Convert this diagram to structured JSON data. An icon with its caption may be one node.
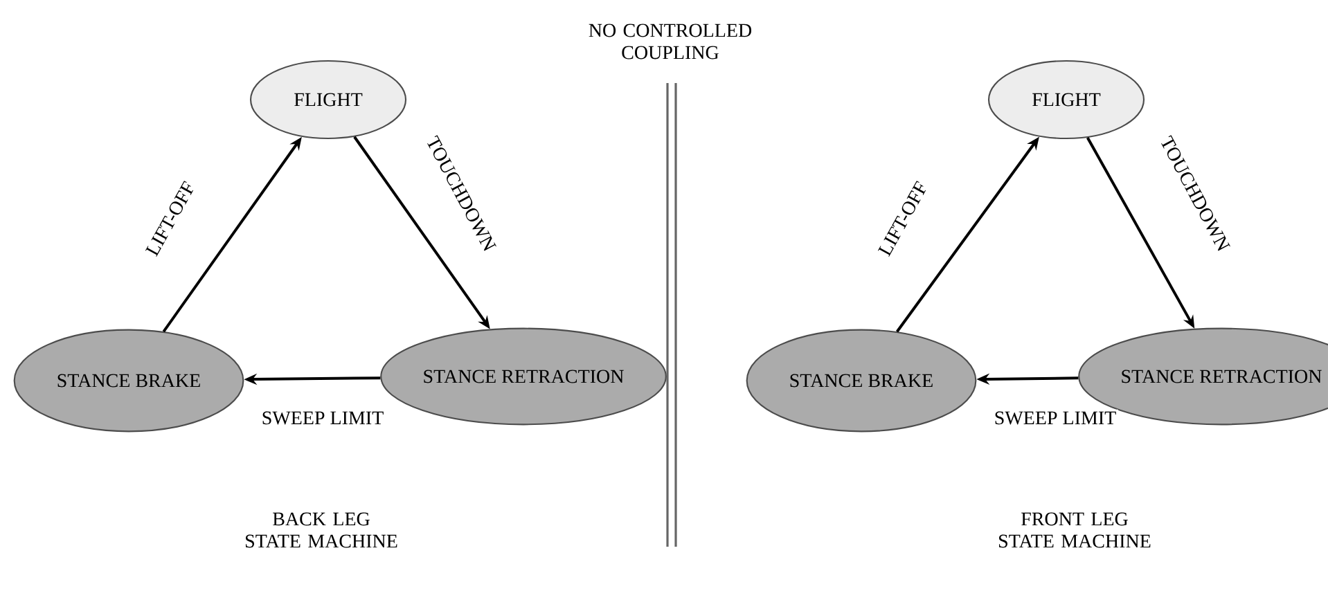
{
  "diagram": {
    "nodes": [
      {
        "text": [
          "FLIGHT"
        ]
      },
      {
        "text": [
          "STANCE BRAKE"
        ]
      },
      {
        "text": [
          "STANCE RETRACTION"
        ]
      },
      {
        "text": [
          "FLIGHT"
        ]
      },
      {
        "text": [
          "STANCE BRAKE"
        ]
      },
      {
        "text": [
          "STANCE RETRACTION"
        ]
      }
    ],
    "edges": [
      {
        "from": 1,
        "to": 0,
        "arrow": "to",
        "label": "LIFT-OFF"
      },
      {
        "from": 0,
        "to": 2,
        "arrow": "to",
        "label": "TOUCHDOWN"
      },
      {
        "from": 2,
        "to": 1,
        "arrow": "to",
        "label": "SWEEP LIMIT"
      },
      {
        "from": 4,
        "to": 3,
        "arrow": "to",
        "label": "LIFT-OFF"
      },
      {
        "from": 3,
        "to": 5,
        "arrow": "to",
        "label": "TOUCHDOWN"
      },
      {
        "from": 5,
        "to": 4,
        "arrow": "to",
        "label": "SWEEP LIMIT"
      }
    ],
    "labels": [
      "NO CONTROLLED COUPLING",
      "BACK LEG STATE MACHINE",
      "FRONT LEG STATE MACHINE"
    ]
  }
}
